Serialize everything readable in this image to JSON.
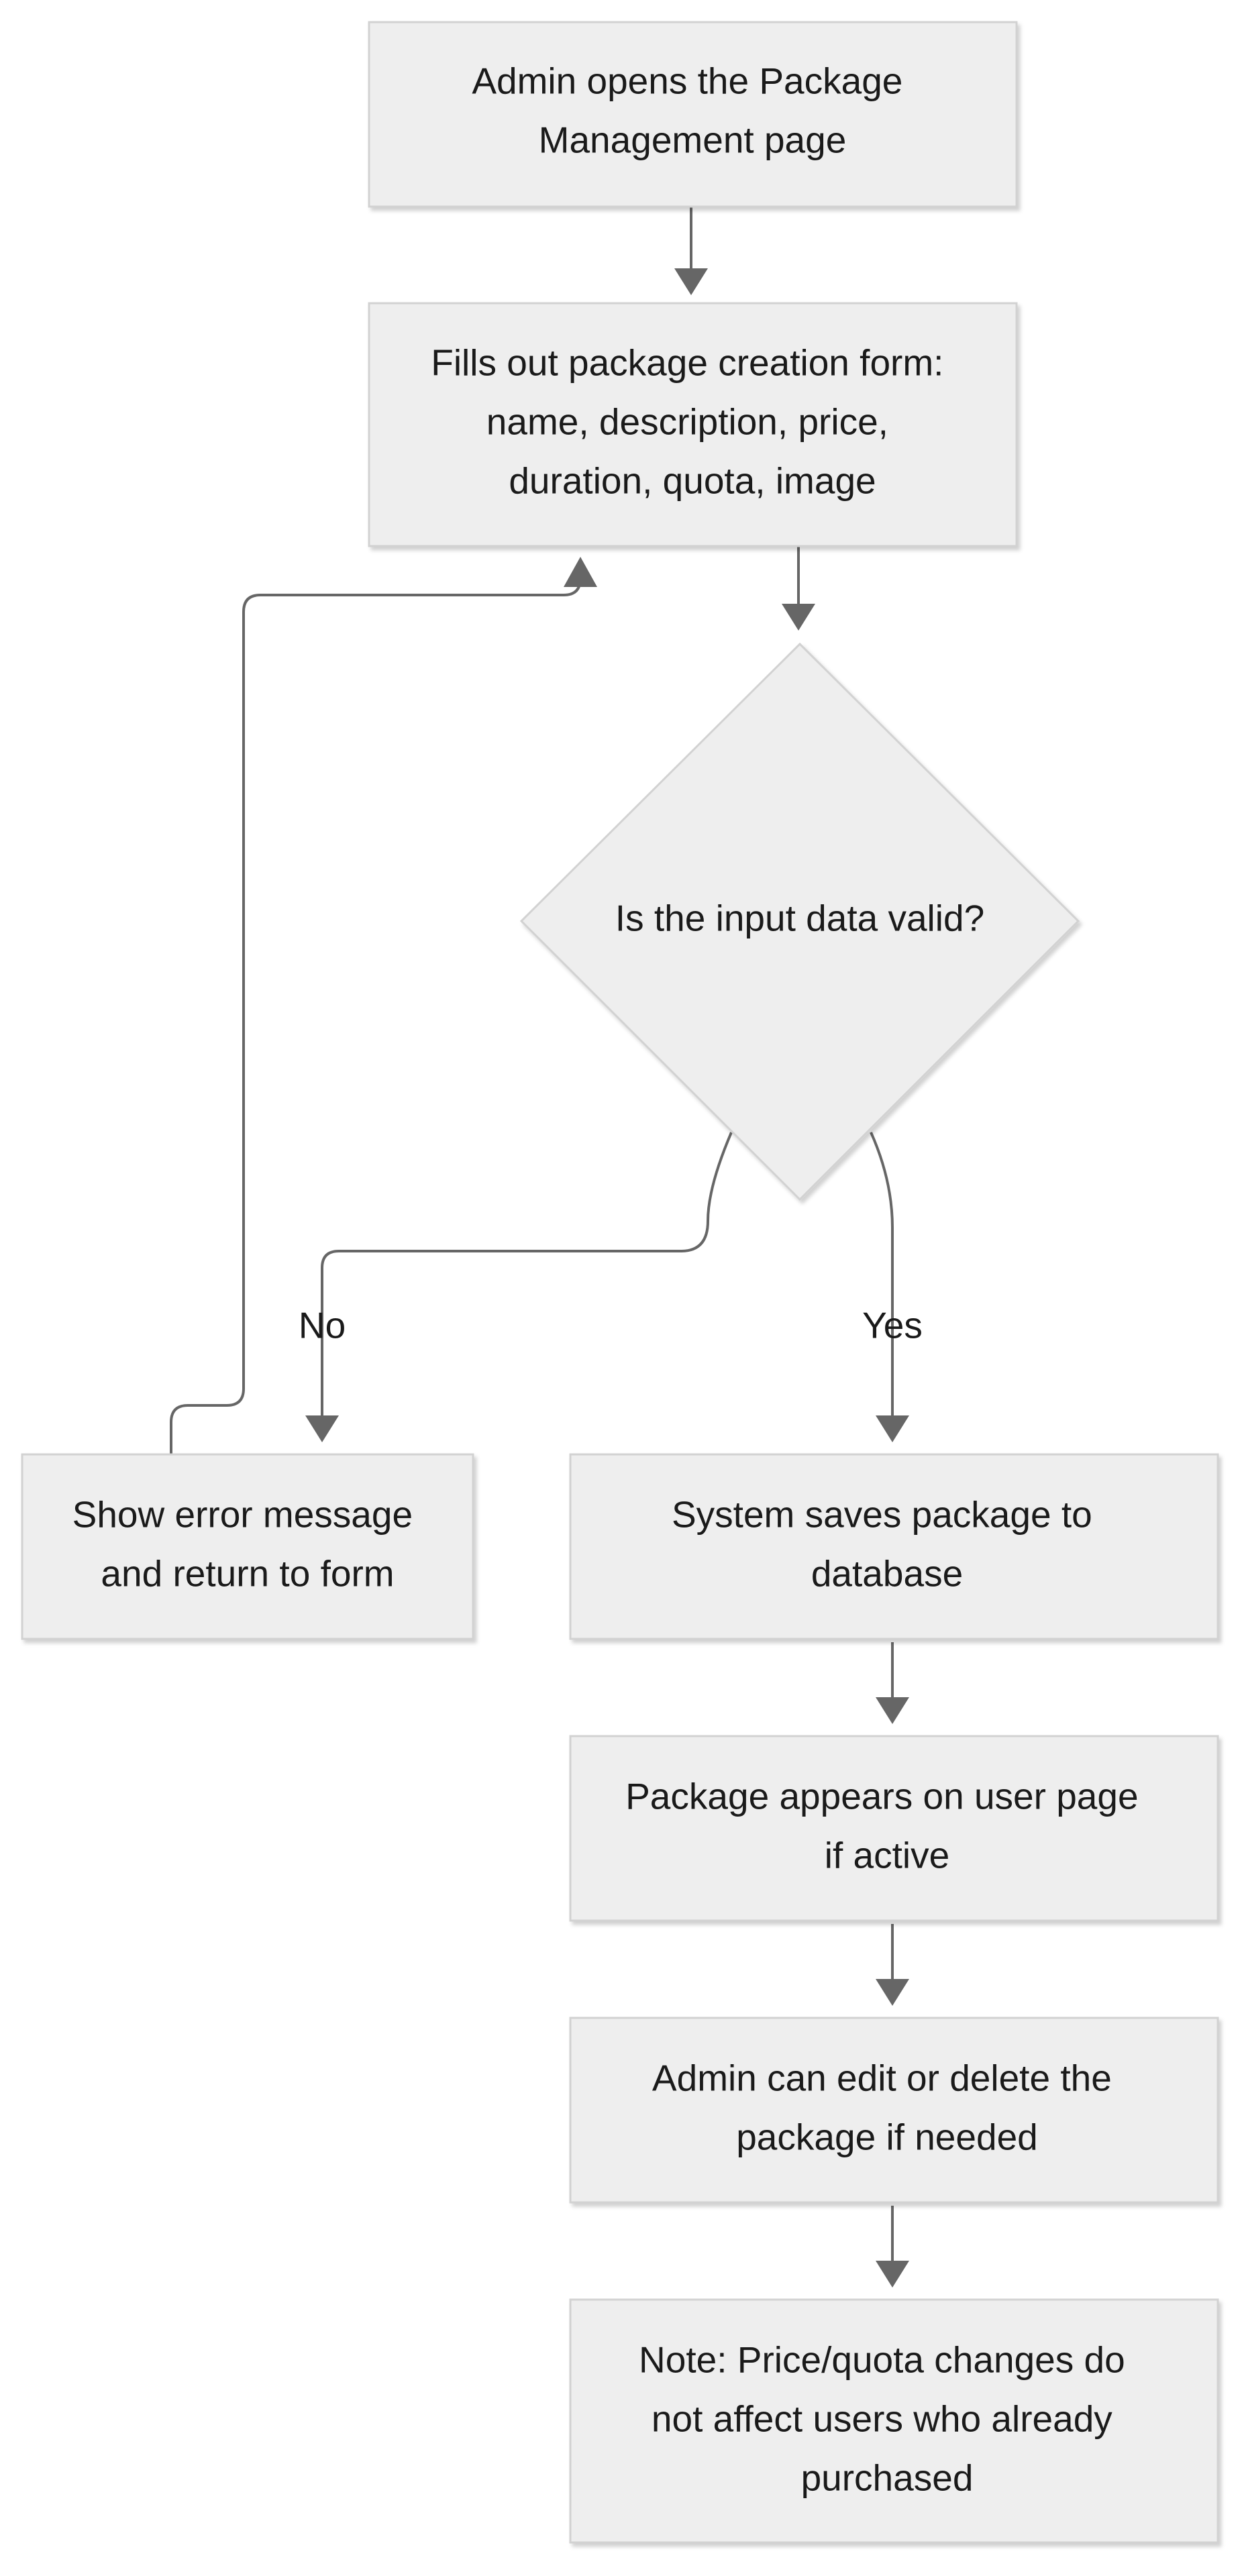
{
  "nodes": {
    "open_page": {
      "lines": [
        "Admin opens the Package",
        "Management page"
      ]
    },
    "fill_form": {
      "lines": [
        "Fills out package creation form:",
        "name, description, price,",
        "duration, quota, image"
      ]
    },
    "validate": {
      "lines": [
        "Is the input data valid?"
      ]
    },
    "show_error": {
      "lines": [
        "Show error message",
        "and return to form"
      ]
    },
    "save_package": {
      "lines": [
        "System saves package to",
        "database"
      ]
    },
    "appears_user_page": {
      "lines": [
        "Package appears on user page",
        "if active"
      ]
    },
    "edit_delete": {
      "lines": [
        "Admin can edit or delete the",
        "package if needed"
      ]
    },
    "note": {
      "lines": [
        "Note: Price/quota changes do",
        "not affect users who already",
        "purchased"
      ]
    }
  },
  "edges": {
    "no_label": "No",
    "yes_label": "Yes"
  }
}
